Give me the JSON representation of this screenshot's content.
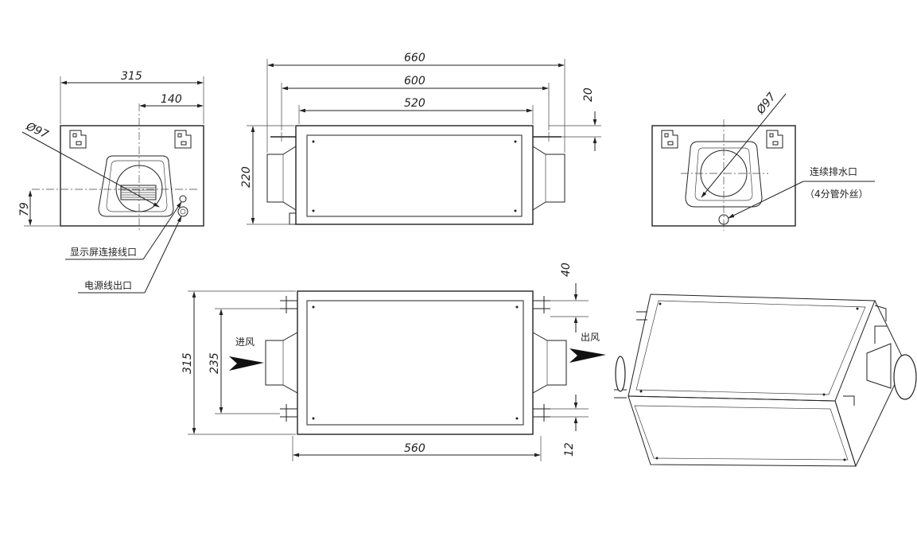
{
  "front_view": {
    "dim_width": "315",
    "dim_offset": "140",
    "dim_duct": "Ø97",
    "dim_height": "79"
  },
  "top_view": {
    "dim_total": "660",
    "dim_mount": "600",
    "dim_body": "520",
    "dim_height": "220",
    "dim_flange": "20"
  },
  "side_view": {
    "dim_duct": "Ø97",
    "drain_label": "连续排水口",
    "drain_note": "（4分管外丝）"
  },
  "bottom_view": {
    "dim_depth": "315",
    "dim_inner": "235",
    "dim_length": "560",
    "dim_top": "40",
    "dim_bottom": "12",
    "inlet_label": "进风",
    "outlet_label": "出风"
  },
  "callouts": {
    "display_port": "显示屏连接线口",
    "power_port": "电源线出口"
  }
}
